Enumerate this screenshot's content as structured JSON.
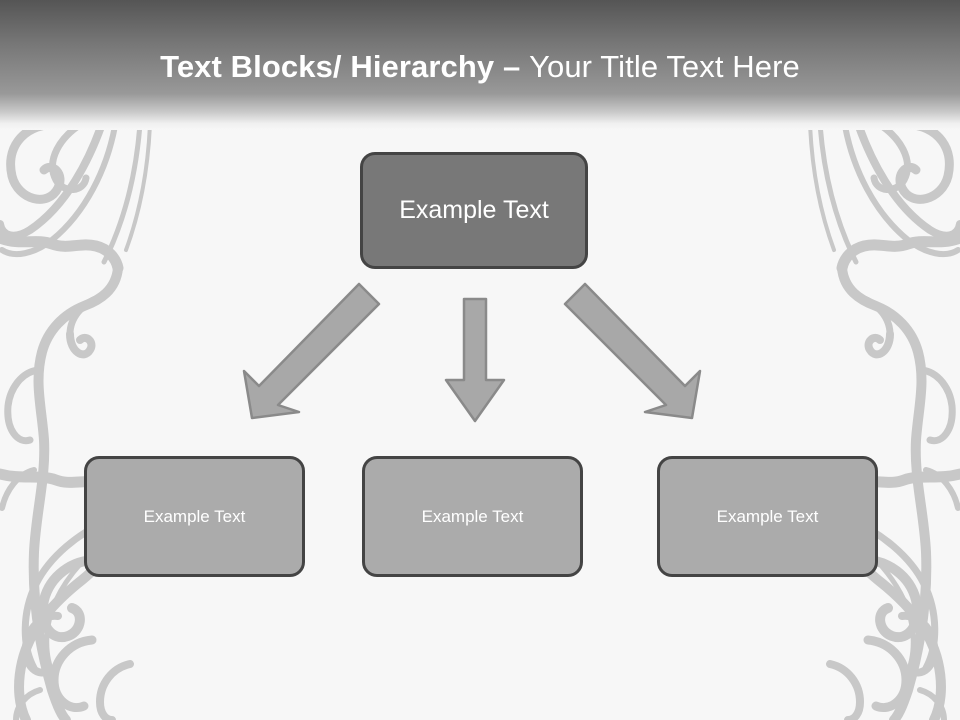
{
  "slide": {
    "background_color": "#f7f7f7",
    "header": {
      "gradient_from": "#555555",
      "gradient_to": "#f7f7f7",
      "title_bold": "Text Blocks/ Hierarchy",
      "title_separator": " – ",
      "title_regular": "Your Title Text Here",
      "title_color": "#ffffff"
    },
    "decoration": {
      "left_flourish": "ornamental-scroll-flourish",
      "right_flourish": "ornamental-scroll-flourish",
      "flourish_color": "#c8c8c8"
    }
  },
  "diagram": {
    "type": "hierarchy",
    "root": {
      "label": "Example Text",
      "fill": "#787878",
      "border": "#444444",
      "text_color": "#ffffff"
    },
    "children": [
      {
        "label": "Example Text",
        "fill": "#ababab",
        "border": "#444444",
        "text_color": "#ffffff"
      },
      {
        "label": "Example Text",
        "fill": "#ababab",
        "border": "#444444",
        "text_color": "#ffffff"
      },
      {
        "label": "Example Text",
        "fill": "#ababab",
        "border": "#444444",
        "text_color": "#ffffff"
      }
    ],
    "connectors": [
      {
        "name": "arrow-down-left",
        "direction": "down-left",
        "fill": "#a8a8a8",
        "stroke": "#8a8a8a"
      },
      {
        "name": "arrow-down",
        "direction": "down",
        "fill": "#a8a8a8",
        "stroke": "#8a8a8a"
      },
      {
        "name": "arrow-down-right",
        "direction": "down-right",
        "fill": "#a8a8a8",
        "stroke": "#8a8a8a"
      }
    ]
  }
}
